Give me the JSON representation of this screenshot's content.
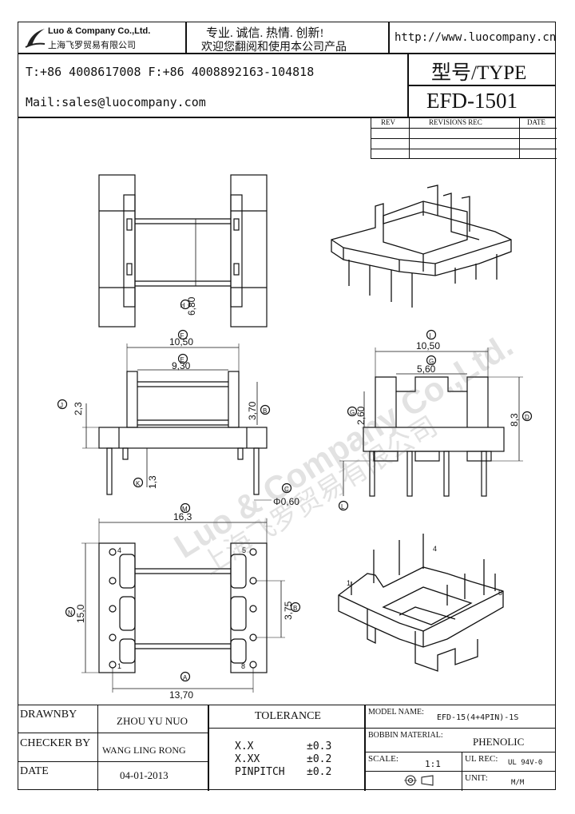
{
  "header": {
    "company_en": "Luo & Company Co.,Ltd.",
    "company_cn": "上海飞罗贸易有限公司",
    "slogan_line1": "专业. 诚信.  热情.  创新!",
    "slogan_line2": "欢迎您翻阅和使用本公司产品",
    "website": "http://www.luocompany.cn",
    "phone_fax": "T:+86 4008617008 F:+86 4008892163-104818",
    "mail": "Mail:sales@luocompany.com",
    "type_label": "型号/TYPE",
    "model": "EFD-1501"
  },
  "revisions": {
    "col_rev": "REV",
    "col_rec": "REVISIONS REC",
    "col_date": "DATE"
  },
  "dims": {
    "h": "H",
    "h_val": "6,80",
    "f": "F",
    "f_val": "10,50",
    "e": "E",
    "e_val": "9,30",
    "j": "J",
    "j_val": "2,3",
    "b_val": "3,70",
    "k": "K",
    "k_val": "1,3",
    "c": "C",
    "c_val": "Φ0,60",
    "i": "I",
    "i_val": "10,50",
    "g": "G",
    "g_val": "5,60",
    "g2": "G",
    "g2_val": "2,60",
    "d": "D",
    "d_val": "8,3",
    "l": "L",
    "m": "M",
    "m_val": "16,3",
    "n": "N",
    "n_val": "15,0",
    "b2_val": "3,75",
    "a": "A",
    "a_val": "13,70",
    "b": "B",
    "pin1": "1",
    "pin4": "4",
    "pin5": "5",
    "pin8": "8"
  },
  "watermark": {
    "text_en": "Luo & Company Co.,Ltd.",
    "text_cn": "上海飞罗贸易有限公司"
  },
  "footer": {
    "drawnby_label": "DRAWNBY",
    "drawnby_value": "ZHOU YU NUO",
    "checker_label": "CHECKER BY",
    "checker_value": "WANG LING RONG",
    "date_label": "DATE",
    "date_value": "04-01-2013",
    "tolerance_label": "TOLERANCE",
    "tol_rows": [
      {
        "k": "X.X",
        "v": "±0.3"
      },
      {
        "k": "X.XX",
        "v": "±0.2"
      },
      {
        "k": "PINPITCH",
        "v": "±0.2"
      }
    ],
    "model_name_label": "MODEL NAME:",
    "model_name_value": "EFD-15(4+4PIN)-1S",
    "bobbin_label": "BOBBIN MATERIAL:",
    "bobbin_value": "PHENOLIC",
    "scale_label": "SCALE:",
    "scale_value": "1:1",
    "ul_label": "UL REC:",
    "ul_value": "UL 94V-0",
    "unit_label": "UNIT:",
    "unit_value": "M/M"
  }
}
